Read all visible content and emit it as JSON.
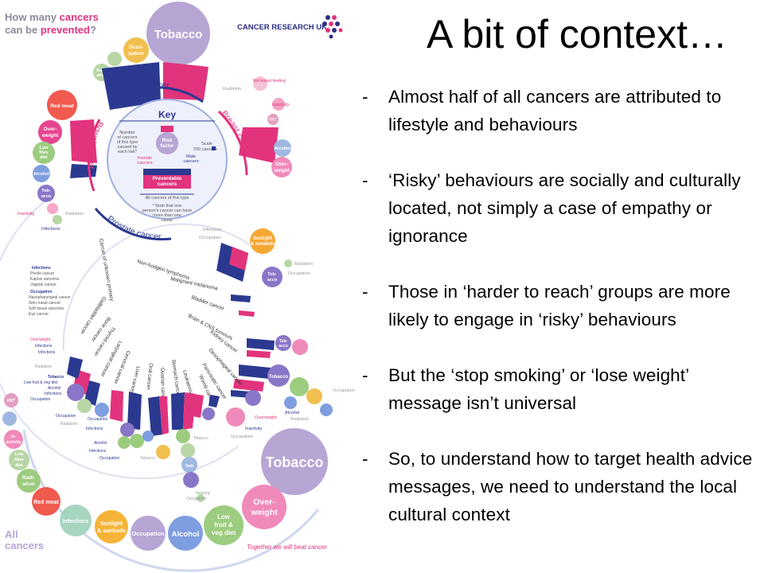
{
  "slide": {
    "title": "A bit of context…",
    "bullets": [
      {
        "dash": "-",
        "text": "Almost half of all cancers are attributed to lifestyle and behaviours"
      },
      {
        "dash": "-",
        "text": "‘Risky’ behaviours are socially and culturally located, not simply a case of empathy or ignorance"
      },
      {
        "dash": "-",
        "text": "Those in ‘harder to reach’ groups are more likely to engage in ‘risky’ behaviours"
      },
      {
        "dash": "-",
        "text": "But the ‘stop smoking’ or ‘lose weight’ message isn’t universal"
      },
      {
        "dash": "-",
        "text": "So, to understand how to target health advice messages, we need to understand the local cultural context"
      }
    ]
  },
  "infographic": {
    "heading_line1": "How many",
    "heading_cancers": "cancers",
    "heading_line2": "can be",
    "heading_prevented": "prevented",
    "heading_q": "?",
    "brand": "CANCER RESEARCH UK",
    "tagline": "Together we will beat cancer",
    "all_cancers_1": "All",
    "all_cancers_2": "cancers",
    "lung": "Lung cancer",
    "breast": "Breast cancer",
    "bowel": "Bowel cancer",
    "prostate": "Prostate cancer",
    "key": {
      "title": "Key",
      "number_1": "Number",
      "number_2": "of cancers",
      "number_3": "of this type",
      "number_4": "caused by",
      "number_5": "each risk*",
      "risk_1": "Risk",
      "risk_2": "factor",
      "scale_1": "Scale",
      "scale_2": "200 cancers",
      "female": "Female",
      "female_2": "cancers",
      "male": "Male",
      "male_2": "cancers",
      "prev_1": "Preventable",
      "prev_2": "cancers",
      "all": "All cancers of this type",
      "note_1": "* Note that one",
      "note_2": "person's cancer can have",
      "note_3": "more than one",
      "note_4": "cause"
    },
    "bubbles": {
      "tobacco_top": "Tobacco",
      "occupation_top_1": "Occu-",
      "occupation_top_2": "pation",
      "lowfruit_top": "Low fruit & veg diet",
      "radiation_top_1": "Radi-",
      "radiation_top_2": "ation",
      "red_meat": "Red meat",
      "overweight_l_1": "Over-",
      "overweight_l_2": "weight",
      "low_fibre_1": "Low",
      "low_fibre_2": "fibre",
      "low_fibre_3": "diet",
      "alcohol_l": "Alcohol",
      "tobacco_l_1": "Tob-",
      "tobacco_l_2": "acco",
      "inactivity_l": "Inactivity",
      "radiation_l": "Radiation",
      "infections_l": "Infections",
      "radiation_r": "Radiation",
      "inactivity_r": "Inactivity",
      "breastfeeding_r": "Not breast feeding",
      "hrt_r": "HRT",
      "alcohol_r": "Alcohol",
      "overweight_r_1": "Over-",
      "overweight_r_2": "weight",
      "sunlight_1": "Sunlight",
      "sunlight_2": "& sunbeds",
      "radiation_r2": "Radiation",
      "occupation_r2": "Occupation",
      "tobacco_r_1": "Tob-",
      "tobacco_r_2": "acco",
      "tobacco_big": "Tobacco",
      "overweight_big_1": "Over-",
      "overweight_big_2": "weight",
      "lowfruit_big_1": "Low",
      "lowfruit_big_2": "fruit &",
      "lowfruit_big_3": "veg diet",
      "alcohol_big": "Alcohol",
      "occupation_big": "Occupation",
      "sunlight_big_1": "Sunlight",
      "sunlight_big_2": "& sunbeds",
      "infections_big": "Infections",
      "red_meat_big": "Red meat",
      "radiation_big_1": "Radi-",
      "radiation_big_2": "ation",
      "low_fibre_big_1": "Low",
      "low_fibre_big_2": "fibre",
      "low_fibre_big_3": "diet",
      "inactivity_big_1": "In-",
      "inactivity_big_2": "activity",
      "salt": "Salt",
      "hrt_big": "HRT",
      "tobacco_sm": "Tob-acco",
      "occupation_sm": "Occupation",
      "infections_sm": "Infections",
      "overweight_sm": "Overweight",
      "alcohol_sm": "Alcohol",
      "radiation_sm": "Radiation",
      "infection_sm2": "Infection",
      "inactivity_sm": "Inactivity",
      "ionising": "Ionising",
      "tobacco_sm2": "Tobacco",
      "occup_sm3": "Occup-ation",
      "infec": "Infec-tions"
    },
    "cancers": [
      "Non-hodgkin lymphoma",
      "Malignant melanoma",
      "Bladder cancer",
      "Brain & CNS tumours",
      "Kidney cancer",
      "Oesophageal cancer",
      "Pancreatic cancer",
      "Womb cancer",
      "Leukaemia",
      "Stomach cancer",
      "Ovarian cancer",
      "Oral cancer",
      "Liver cancer",
      "Cervical cancer",
      "Laryngeal cancer",
      "Thyroid cancer",
      "Bone cancer",
      "Gallbladder cancer",
      "Cancer of unknown primary"
    ],
    "left_list": {
      "infections": "Infections",
      "penile": "Penile cancer",
      "kaposi": "Kaposi sarcoma",
      "vaginal": "Vaginal cancer",
      "occupation": "Occupation",
      "nasopharyngeal": "Nasopharyngeal cancer",
      "sinonasal": "Sino-nasal cancer",
      "softtissue": "Soft tissue sarcoma",
      "eye": "Eye cancer",
      "overweight": "Overweight",
      "infections2": "Infections",
      "infections3": "Infections",
      "radiation": "Radiation",
      "tobacco": "Tobacco",
      "lowfruit": "Low fruit & veg diet",
      "alcohol": "Alcohol",
      "infections4": "Infections",
      "occupation2": "Occupation"
    }
  }
}
